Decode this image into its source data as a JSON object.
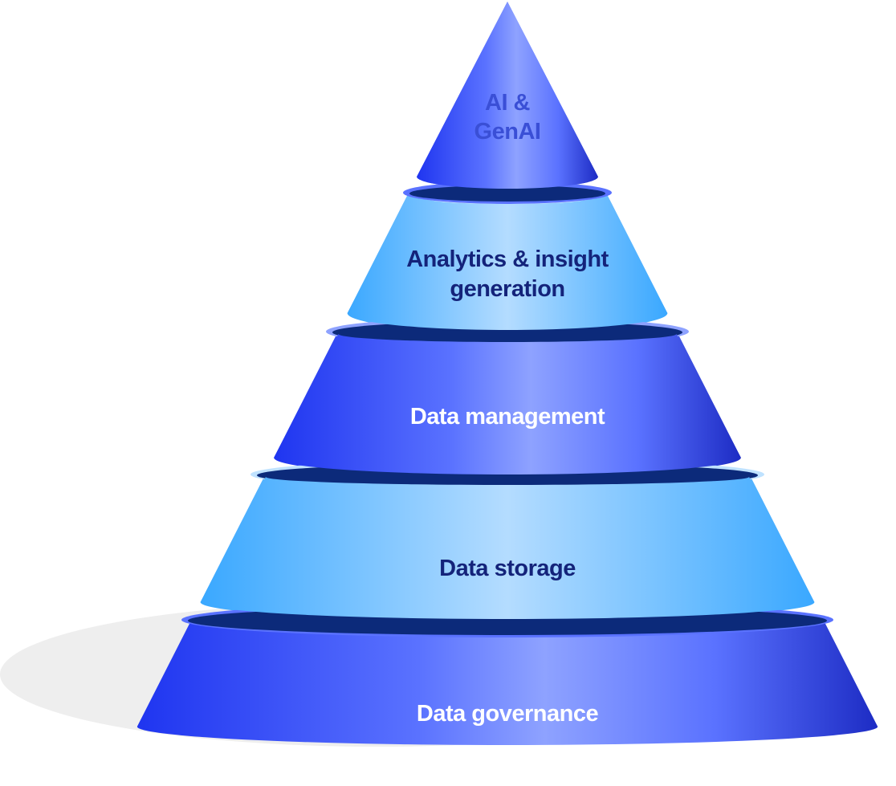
{
  "diagram": {
    "type": "layered-cone-pyramid",
    "tiers": [
      {
        "label_lines": [
          "AI &",
          "GenAI"
        ],
        "style": "blue",
        "label_color": "#3a4fd6"
      },
      {
        "label_lines": [
          "Analytics  & insight",
          "generation"
        ],
        "style": "light",
        "label_color": "#14237a"
      },
      {
        "label_lines": [
          "Data management"
        ],
        "style": "blue",
        "label_color": "#ffffff"
      },
      {
        "label_lines": [
          "Data storage"
        ],
        "style": "light",
        "label_color": "#14237a"
      },
      {
        "label_lines": [
          "Data governance"
        ],
        "style": "blue",
        "label_color": "#ffffff"
      }
    ]
  },
  "colors": {
    "blue_edge": "#1f35f0",
    "blue_mid": "#5a72ff",
    "blue_highlight": "#8ea2ff",
    "blue_dark": "#1d2cc4",
    "light_edge": "#3aa8ff",
    "light_highlight": "#b4dcff",
    "ring_dark": "#0c2a7a",
    "ring_light": "#bfe2ff",
    "shadow": "#eeeeee"
  }
}
